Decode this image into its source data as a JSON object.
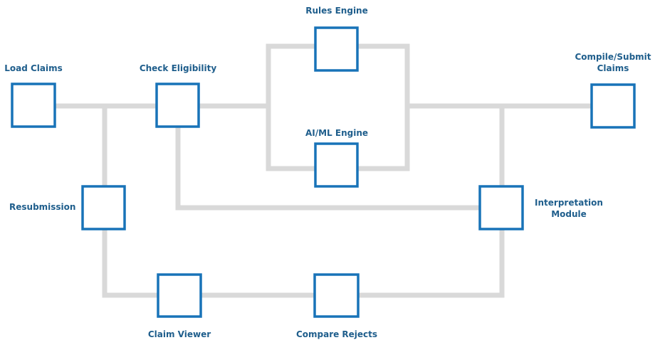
{
  "colors": {
    "connector": "#d9d9d9",
    "node_border": "#1873b8",
    "node_fill": "#ffffff",
    "label": "#1f5e8c"
  },
  "nodes": {
    "load_claims": {
      "label": "Load Claims"
    },
    "check_eligibility": {
      "label": "Check Eligibility"
    },
    "rules_engine": {
      "label": "Rules Engine"
    },
    "ai_ml_engine": {
      "label": "AI/ML Engine"
    },
    "compile_submit": {
      "label": "Compile/Submit\nClaims"
    },
    "resubmission": {
      "label": "Resubmission"
    },
    "interpretation_module": {
      "label": "Interpretation\nModule"
    },
    "claim_viewer": {
      "label": "Claim Viewer"
    },
    "compare_rejects": {
      "label": "Compare Rejects"
    }
  }
}
